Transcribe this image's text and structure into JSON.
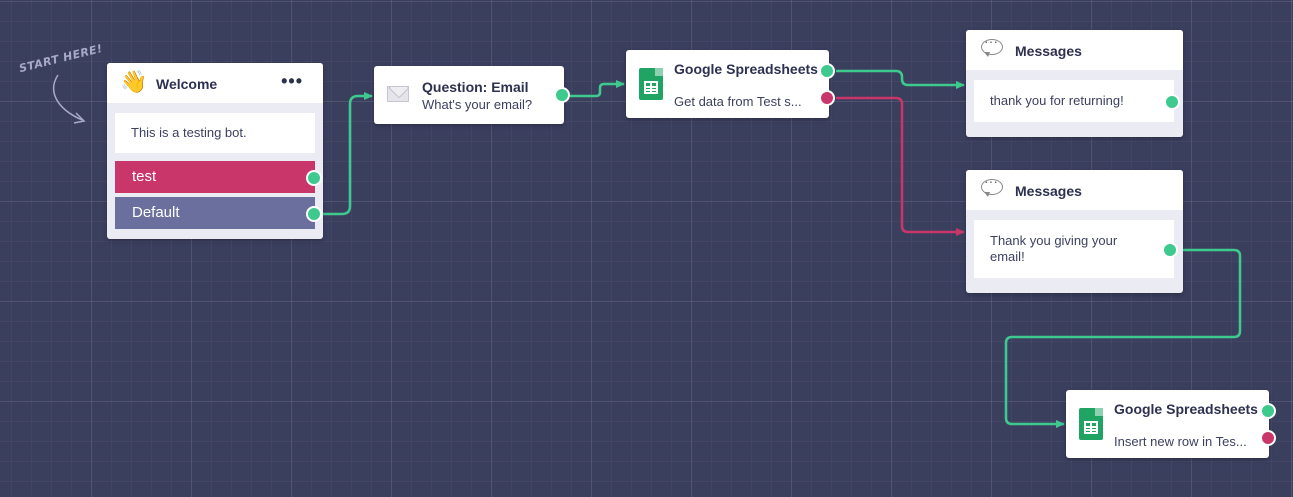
{
  "start_label": "START HERE!",
  "colors": {
    "canvas": "#3b3f5e",
    "success": "#3ec98f",
    "failure": "#c9376a",
    "default_button": "#6b6f9e"
  },
  "welcome": {
    "icon": "waving-hand-icon",
    "title": "Welcome",
    "menu": "•••",
    "message": "This is a testing bot.",
    "buttons": [
      {
        "label": "test"
      },
      {
        "label": "Default"
      }
    ]
  },
  "question_email": {
    "icon": "envelope-icon",
    "title": "Question: Email",
    "subtitle": "What's your email?"
  },
  "sheets_get": {
    "icon": "google-sheets-icon",
    "title": "Google Spreadsheets",
    "subtitle": "Get data from Test s..."
  },
  "messages_returning": {
    "icon": "speech-bubble-icon",
    "title": "Messages",
    "text": "thank you for returning!"
  },
  "messages_email": {
    "icon": "speech-bubble-icon",
    "title": "Messages",
    "text": "Thank you giving your email!"
  },
  "sheets_insert": {
    "icon": "google-sheets-icon",
    "title": "Google Spreadsheets",
    "subtitle": "Insert new row in Tes..."
  }
}
